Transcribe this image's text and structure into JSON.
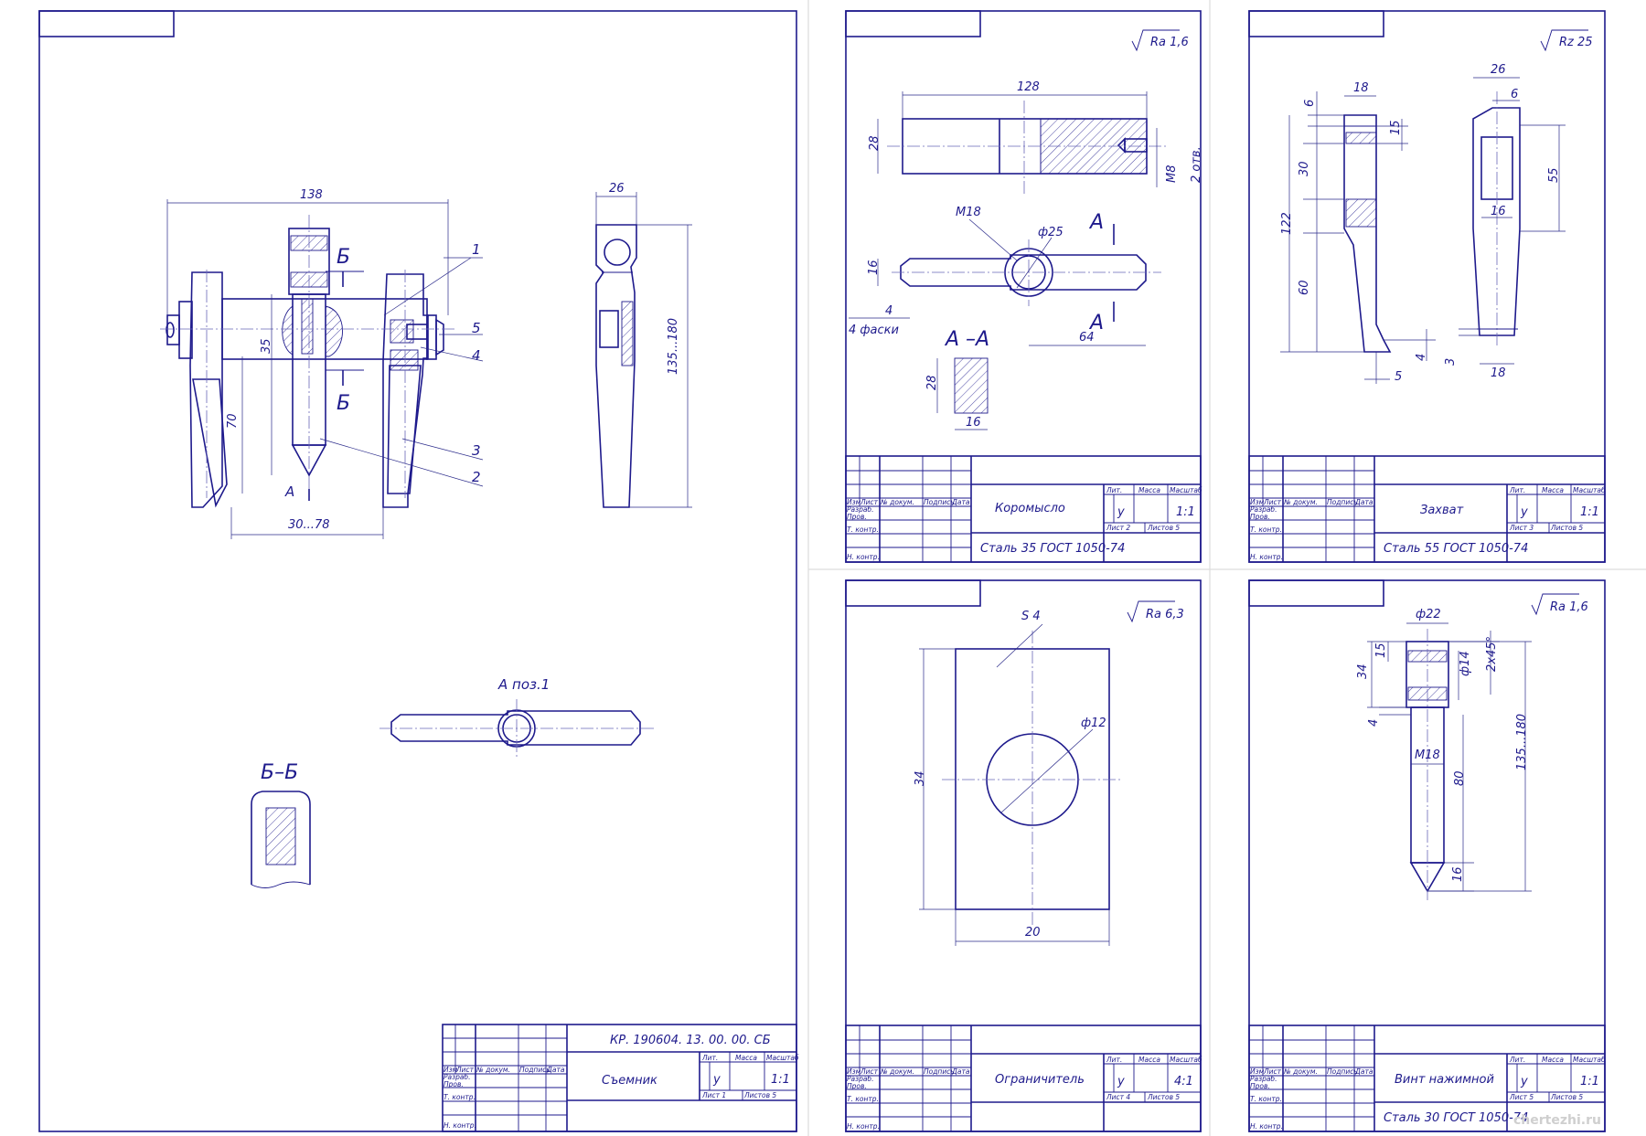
{
  "sheets": {
    "assembly": {
      "drawing_number": "КР. 190604. 13. 00. 00. СБ",
      "name": "Съемник",
      "scale": "1:1",
      "lit": "у",
      "sheet": "Лист 1",
      "sheets": "Листов 5",
      "dims": {
        "w138": "138",
        "w26": "26",
        "h35": "35",
        "h70": "70",
        "w3078": "30...78",
        "h135180": "135...180"
      },
      "positions": [
        "1",
        "2",
        "3",
        "4",
        "5"
      ],
      "section_b": "Б",
      "view_a": "А",
      "view_a_label": "А поз.1",
      "section_bb": "Б–Б"
    },
    "rocker": {
      "name": "Коромысло",
      "material": "Сталь 35 ГОСТ 1050-74",
      "scale": "1:1",
      "lit": "у",
      "sheet": "Лист 2",
      "sheets": "Листов 5",
      "roughness": "Ra 1,6",
      "dims": {
        "w128": "128",
        "h28": "28",
        "m8": "М8",
        "holes": "2 отв.",
        "m18": "M18",
        "d25": "ф25",
        "h16": "16",
        "w4": "4",
        "chamfer": "4 фаски",
        "w64": "64",
        "sec_h28": "28",
        "sec_w16": "16"
      },
      "section_aa": "А –А",
      "section_a": "А"
    },
    "grip": {
      "name": "Захват",
      "material": "Сталь 55 ГОСТ 1050-74",
      "scale": "1:1",
      "lit": "у",
      "sheet": "Лист 3",
      "sheets": "Листов 5",
      "roughness": "Rz 25",
      "dims": {
        "w18": "18",
        "h6": "6",
        "h15": "15",
        "h30": "30",
        "h122": "122",
        "h60": "60",
        "h4": "4",
        "w5": "5",
        "w26": "26",
        "w6": "6",
        "h55": "55",
        "w16": "16",
        "h3": "3",
        "w18b": "18"
      }
    },
    "limiter": {
      "name": "Ограничитель",
      "scale": "4:1",
      "lit": "у",
      "sheet": "Лист 4",
      "sheets": "Листов 5",
      "roughness": "Ra 6,3",
      "dims": {
        "s4": "S 4",
        "d12": "ф12",
        "h34": "34",
        "w20": "20"
      }
    },
    "screw": {
      "name": "Винт нажимной",
      "material": "Сталь 30 ГОСТ 1050-74",
      "scale": "1:1",
      "lit": "у",
      "sheet": "Лист 5",
      "sheets": "Листов 5",
      "roughness": "Ra 1,6",
      "dims": {
        "d22": "ф22",
        "h15": "15",
        "h34": "34",
        "d14": "ф14",
        "c245": "2х45°",
        "h4": "4",
        "m18": "M18",
        "h80": "80",
        "h135180": "135...180",
        "h16": "16"
      }
    }
  },
  "title_block_labels": {
    "izm": "Изм",
    "list": "Лист",
    "ndoc": "№ докум.",
    "podp": "Подпись",
    "data": "Дата",
    "razrab": "Разраб.",
    "prov": "Пров.",
    "tkontr": "Т. контр.",
    "nkontr": "Н. контр.",
    "lit": "Лит.",
    "massa": "Масса",
    "masshtab": "Масштаб"
  },
  "watermark": "chertezhi.ru"
}
